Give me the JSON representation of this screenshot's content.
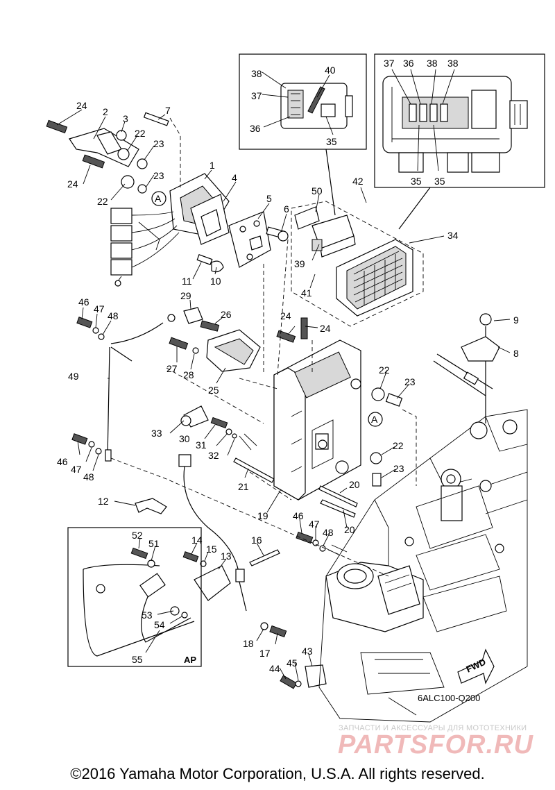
{
  "diagram_code": "6ALC100-Q200",
  "fwd_label": "FWD",
  "ap_label": "AP",
  "ref_marker": "A",
  "watermark": {
    "tagline": "ЗАПЧАСТИ И АКСЕССУАРЫ ДЛЯ МОТОТЕХНИКИ",
    "brand": "PARTSFOR.RU"
  },
  "copyright": "©2016 Yamaha Motor Corporation, U.S.A. All rights reserved.",
  "callouts": [
    "1",
    "2",
    "3",
    "4",
    "5",
    "6",
    "7",
    "8",
    "9",
    "10",
    "11",
    "12",
    "13",
    "14",
    "15",
    "16",
    "17",
    "18",
    "19",
    "20",
    "21",
    "22",
    "23",
    "24",
    "25",
    "26",
    "27",
    "28",
    "29",
    "30",
    "31",
    "32",
    "33",
    "34",
    "35",
    "36",
    "37",
    "38",
    "39",
    "40",
    "41",
    "42",
    "43",
    "44",
    "45",
    "46",
    "47",
    "48",
    "49",
    "50",
    "51",
    "52",
    "53",
    "54",
    "55"
  ]
}
